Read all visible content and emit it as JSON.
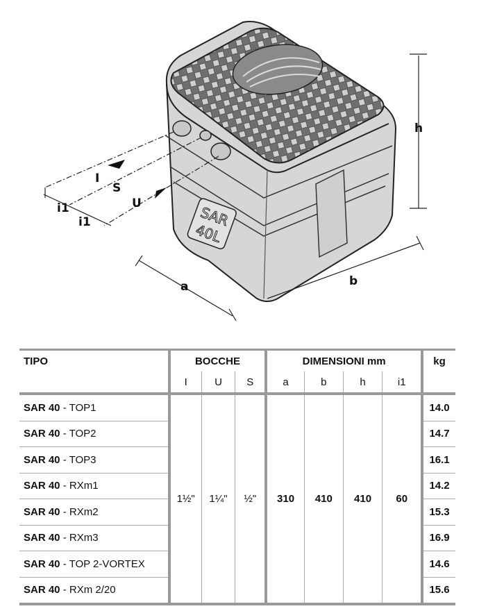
{
  "drawing": {
    "labels": {
      "h": "h",
      "a": "a",
      "b": "b",
      "I": "I",
      "S": "S",
      "U": "U",
      "i1_left": "i1",
      "i1_bottom": "i1"
    },
    "tank_marking": "SAR 40L"
  },
  "table": {
    "headers": {
      "tipo": "TIPO",
      "bocche": "BOCCHE",
      "dimensioni": "DIMENSIONI mm",
      "kg": "kg"
    },
    "subheaders": [
      "I",
      "U",
      "S",
      "a",
      "b",
      "h",
      "i1"
    ],
    "shared": {
      "I": "1½\"",
      "U": "1¼\"",
      "S": "½\"",
      "a": "310",
      "b": "410",
      "h": "410",
      "i1": "60"
    },
    "rows": [
      {
        "model": "SAR 40",
        "variant": " - TOP1",
        "kg": "14.0"
      },
      {
        "model": "SAR 40",
        "variant": " - TOP2",
        "kg": "14.7"
      },
      {
        "model": "SAR 40",
        "variant": " - TOP3",
        "kg": "16.1"
      },
      {
        "model": "SAR 40",
        "variant": " - RXm1",
        "kg": "14.2"
      },
      {
        "model": "SAR 40",
        "variant": " - RXm2",
        "kg": "15.3"
      },
      {
        "model": "SAR 40",
        "variant": " - RXm3",
        "kg": "16.9"
      },
      {
        "model": "SAR 40",
        "variant": " - TOP 2-VORTEX",
        "kg": "14.6"
      },
      {
        "model": "SAR 40",
        "variant": " - RXm 2/20",
        "kg": "15.6"
      }
    ]
  }
}
